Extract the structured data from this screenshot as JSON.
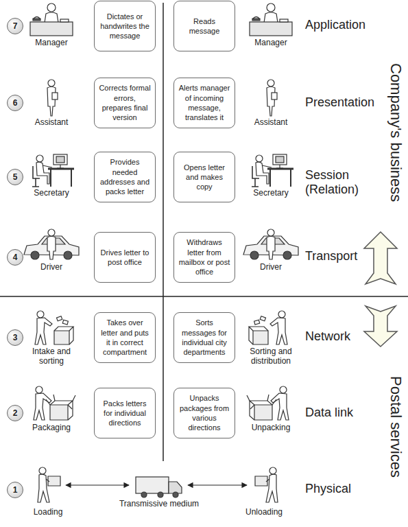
{
  "diagram": {
    "nodes": [
      {
        "text": [
          "7"
        ]
      },
      {
        "text": [
          "Dictates or handwrites the message"
        ]
      },
      {
        "text": [
          "Reads message"
        ]
      },
      {
        "text": [
          "6"
        ]
      },
      {
        "text": [
          "Corrects formal errors, prepares final version"
        ]
      },
      {
        "text": [
          "Alerts manager of incoming message, translates it"
        ]
      },
      {
        "text": [
          "5"
        ]
      },
      {
        "text": [
          "Provides needed addresses and packs letter"
        ]
      },
      {
        "text": [
          "Opens letter and makes copy"
        ]
      },
      {
        "text": [
          "4"
        ]
      },
      {
        "text": [
          "Drives letter to post office"
        ]
      },
      {
        "text": [
          "Withdraws letter from mailbox or post office"
        ]
      },
      {
        "text": [
          "3"
        ]
      },
      {
        "text": [
          "Takes over letter and puts it in correct compartment"
        ]
      },
      {
        "text": [
          "Sorts messages for individual city departments"
        ]
      },
      {
        "text": [
          "2"
        ]
      },
      {
        "text": [
          "Packs letters for individual directions"
        ]
      },
      {
        "text": [
          "Unpacks packages from various directions"
        ]
      },
      {
        "text": [
          "1"
        ]
      }
    ],
    "labels": [
      "Manager",
      "Manager",
      "Application",
      "Company's business",
      "Assistant",
      "Assistant",
      "Presentation",
      "Secretary",
      "Secretary",
      "Session (Relation)",
      "Driver",
      "Driver",
      "Transport",
      "Intake and sorting",
      "Sorting and distribution",
      "Network",
      "Postal services",
      "Packaging",
      "Unpacking",
      "Data link",
      "Loading",
      "Transmissive medium",
      "Unloading",
      "Physical"
    ]
  }
}
